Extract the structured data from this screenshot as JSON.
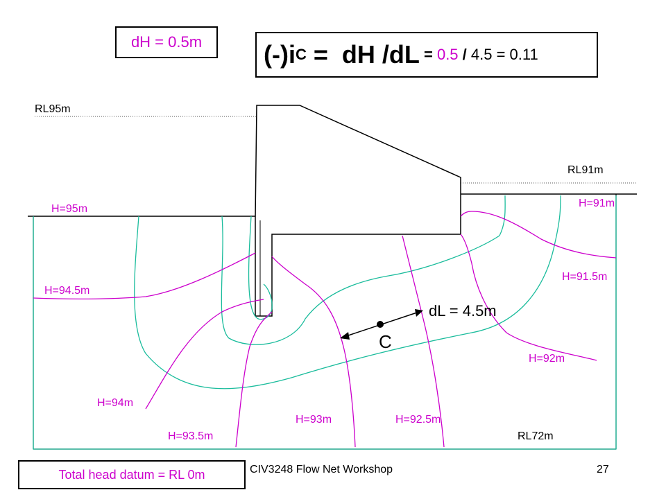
{
  "equation": {
    "prefix": "(-)i",
    "subscript": "C",
    "middle": " =  dH /dL",
    "eq1": " = ",
    "dh_value": "0.5",
    "slash": " / ",
    "rest": "4.5 = 0.11"
  },
  "dh_label": "dH = 0.5m",
  "datum_label": "Total head datum = RL 0m",
  "footer": {
    "title": "CIV3248 Flow Net Workshop",
    "page": "27"
  },
  "levels": {
    "upstream": "RL95m",
    "downstream": "RL91m",
    "base": "RL72m"
  },
  "point": {
    "label": "C",
    "dl_label": "dL = 4.5m"
  },
  "equipotentials": [
    "H=95m",
    "H=94.5m",
    "H=94m",
    "H=93.5m",
    "H=93m",
    "H=92.5m",
    "H=92m",
    "H=91.5m",
    "H=91m"
  ],
  "colors": {
    "equipotential": "#cc00cc",
    "flowline": "#1abc9c",
    "outline": "#000000"
  }
}
